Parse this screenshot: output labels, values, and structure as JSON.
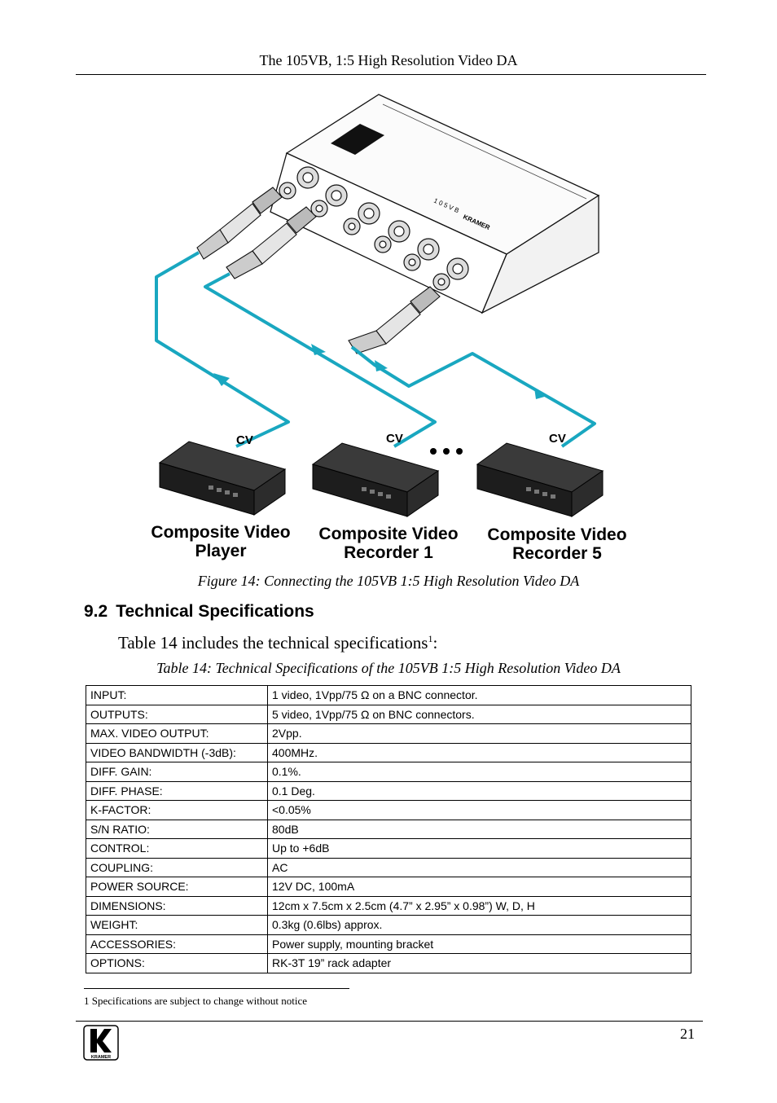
{
  "header": {
    "title": "The 105VB, 1:5 High Resolution Video DA"
  },
  "figure": {
    "labels": {
      "cv1": "CV",
      "cv2": "CV",
      "cv3": "CV",
      "player_line1": "Composite Video",
      "player_line2": "Player",
      "rec1_line1": "Composite Video",
      "rec1_line2": "Recorder 1",
      "rec5_line1": "Composite Video",
      "rec5_line2": "Recorder 5"
    },
    "caption": "Figure 14: Connecting the 105VB 1:5 High Resolution Video DA"
  },
  "section": {
    "number": "9.2",
    "title": "Technical Specifications"
  },
  "intro": {
    "text": "Table 14 includes the technical specifications",
    "footnote_ref": "1",
    "suffix": ":"
  },
  "table": {
    "caption": "Table 14: Technical Specifications of the 105VB 1:5 High Resolution Video DA",
    "rows": [
      {
        "key": "INPUT:",
        "value": "1 video, 1Vpp/75 Ω on a BNC connector."
      },
      {
        "key": "OUTPUTS:",
        "value": "5 video, 1Vpp/75 Ω on BNC connectors."
      },
      {
        "key": "MAX. VIDEO OUTPUT:",
        "value": "2Vpp."
      },
      {
        "key": "VIDEO BANDWIDTH (-3dB):",
        "value": "400MHz."
      },
      {
        "key": "DIFF. GAIN:",
        "value": "0.1%."
      },
      {
        "key": "DIFF. PHASE:",
        "value": "0.1 Deg."
      },
      {
        "key": "K-FACTOR:",
        "value": "<0.05%"
      },
      {
        "key": "S/N RATIO:",
        "value": "80dB"
      },
      {
        "key": "CONTROL:",
        "value": "Up to +6dB"
      },
      {
        "key": "COUPLING:",
        "value": "AC"
      },
      {
        "key": "POWER SOURCE:",
        "value": "12V DC, 100mA"
      },
      {
        "key": "DIMENSIONS:",
        "value": "12cm x 7.5cm x 2.5cm (4.7” x 2.95” x 0.98”) W, D, H"
      },
      {
        "key": "WEIGHT:",
        "value": "0.3kg (0.6lbs) approx."
      },
      {
        "key": "ACCESSORIES:",
        "value": "Power supply, mounting bracket"
      },
      {
        "key": "OPTIONS:",
        "value": "RK-3T 19” rack adapter"
      }
    ]
  },
  "footnote": {
    "text": "1 Specifications are subject to change without notice"
  },
  "page": {
    "number": "21"
  },
  "logo": {
    "letter": "K",
    "word": "KRAMER"
  },
  "colors": {
    "cable": "#19a7c0",
    "device_dark": "#2a2a2a"
  }
}
